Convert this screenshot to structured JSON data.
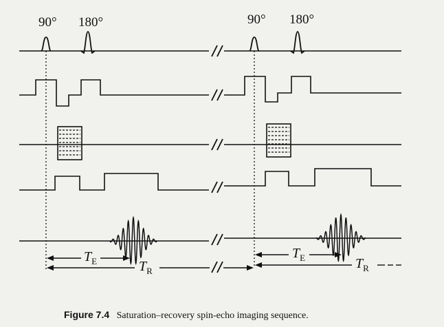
{
  "pulses": {
    "ninety": "90°",
    "one_eighty": "180°"
  },
  "labels": {
    "te_sym": "T",
    "te_sub": "E",
    "tr_sym": "T",
    "tr_sub": "R"
  },
  "caption": {
    "figure": "Figure 7.4",
    "text": "Saturation–recovery spin-echo imaging sequence."
  },
  "colors": {
    "background": "#f1f1ee",
    "ink": "#111111"
  }
}
